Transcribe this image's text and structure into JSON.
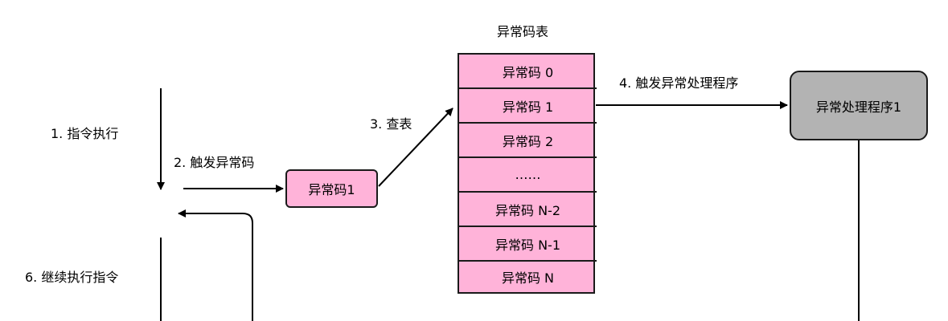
{
  "table": {
    "title": "异常码表",
    "rows": [
      "异常码 0",
      "异常码 1",
      "异常码 2",
      "……",
      "异常码 N-2",
      "异常码 N-1",
      "异常码 N"
    ]
  },
  "exception_code_box": "异常码1",
  "handler_box": "异常处理程序1",
  "steps": {
    "step1": "1. 指令执行",
    "step2": "2. 触发异常码",
    "step3": "3. 查表",
    "step4": "4. 触发异常处理程序",
    "step6": "6. 继续执行指令"
  },
  "colors": {
    "pink": "#ffb3d9",
    "gray": "#b3b3b3",
    "stroke": "#1a1a1a"
  }
}
